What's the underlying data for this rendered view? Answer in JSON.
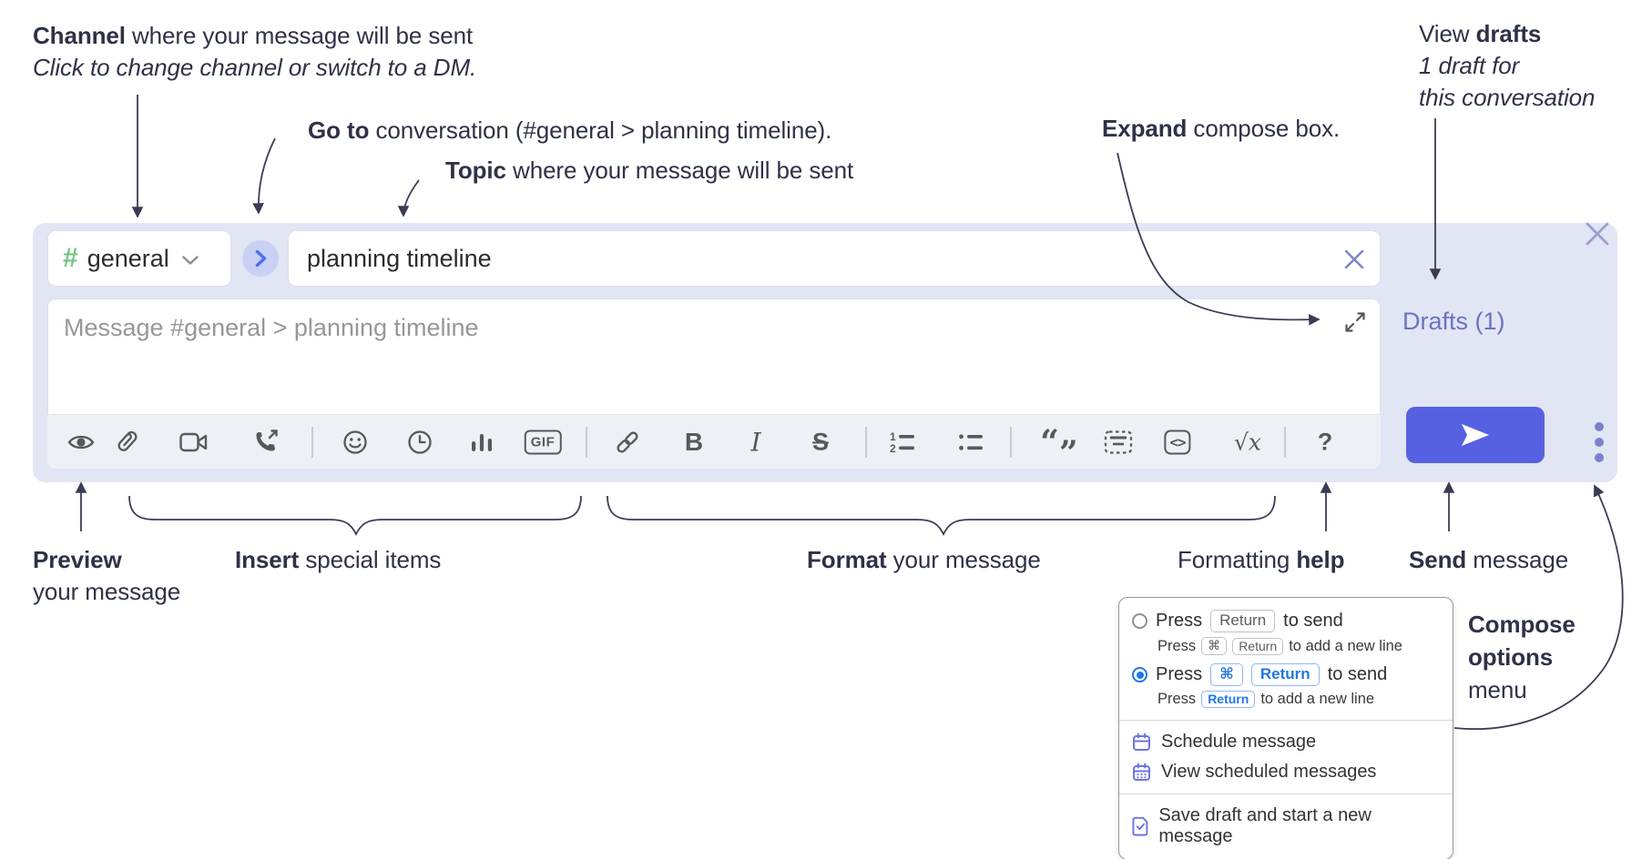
{
  "annotations": {
    "channel": {
      "bold": "Channel",
      "rest": " where your message will be sent",
      "line2": "Click to change channel or switch to a DM."
    },
    "goto": {
      "bold": "Go to",
      "rest": " conversation (#general > planning timeline)."
    },
    "topic": {
      "bold": "Topic",
      "rest": " where your message will be sent"
    },
    "expand": {
      "bold": "Expand",
      "rest": " compose box."
    },
    "drafts": {
      "pre": "View ",
      "bold": "drafts",
      "line2": "1 draft for",
      "line3": "this conversation"
    },
    "preview": {
      "bold": "Preview",
      "line2": "your message"
    },
    "insert": {
      "bold": "Insert",
      "rest": " special items"
    },
    "format": {
      "bold": "Format",
      "rest": " your message"
    },
    "help": {
      "pre": "Formatting ",
      "bold": "help"
    },
    "send": {
      "bold": "Send",
      "rest": " message"
    },
    "compose_options": {
      "line1": "Compose",
      "line2": "options",
      "line3": "menu"
    }
  },
  "compose": {
    "channel": {
      "hash": "#",
      "name": "general"
    },
    "topic_value": "planning timeline",
    "message_placeholder": "Message #general > planning timeline",
    "drafts_link": "Drafts (1)",
    "toolbar_text": {
      "bold": "B",
      "italic": "I",
      "strike": "S",
      "gif": "GIF",
      "code": "<>",
      "math": "√x",
      "help": "?",
      "ol1": "1",
      "ol2": "2",
      "quote_open": "“",
      "quote_close": "”"
    }
  },
  "menu": {
    "option_return": {
      "press": "Press",
      "key": "Return",
      "after": "to send",
      "sub_press": "Press",
      "sub_key1": "⌘",
      "sub_key2": "Return",
      "sub_after": "to add a new line"
    },
    "option_cmd_return": {
      "press": "Press",
      "key1": "⌘",
      "key2": "Return",
      "after": "to send",
      "sub_press": "Press",
      "sub_key": "Return",
      "sub_after": "to add a new line"
    },
    "items": [
      {
        "label": "Schedule message"
      },
      {
        "label": "View scheduled messages"
      },
      {
        "label": "Save draft and start a new message"
      }
    ]
  },
  "colors": {
    "send_button": "#5661e1",
    "compose_background": "#e2e5f3",
    "drafts_link": "#6a73c5",
    "hash_green": "#76c584",
    "key_blue": "#2276e5",
    "menu_icon_purple": "#6d74e3",
    "annotation_text": "#2e3247"
  }
}
